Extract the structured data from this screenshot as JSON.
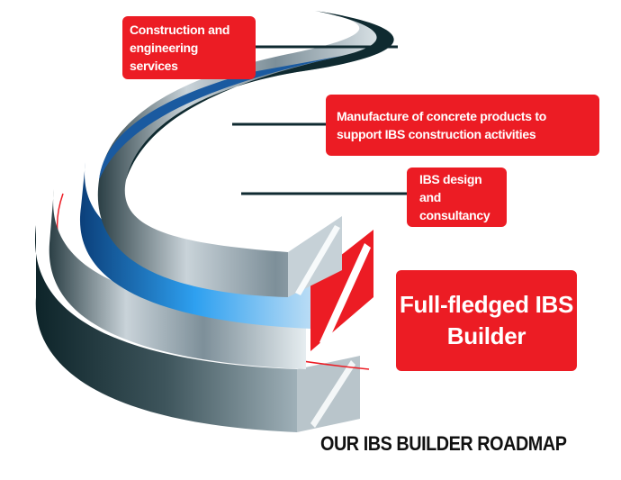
{
  "colors": {
    "accent": "#ec1c24",
    "steel": "#9aa9b3",
    "dark": "#0f2a30",
    "blue": "#1a6fc0"
  },
  "labels": [
    {
      "text": "Construction and engineering services"
    },
    {
      "text": "Manufacture of concrete products to support IBS construction activities"
    },
    {
      "text": "IBS design and consultancy"
    },
    {
      "text": "Full-fledged IBS Builder"
    }
  ],
  "title": "OUR IBS BUILDER ROADMAP"
}
